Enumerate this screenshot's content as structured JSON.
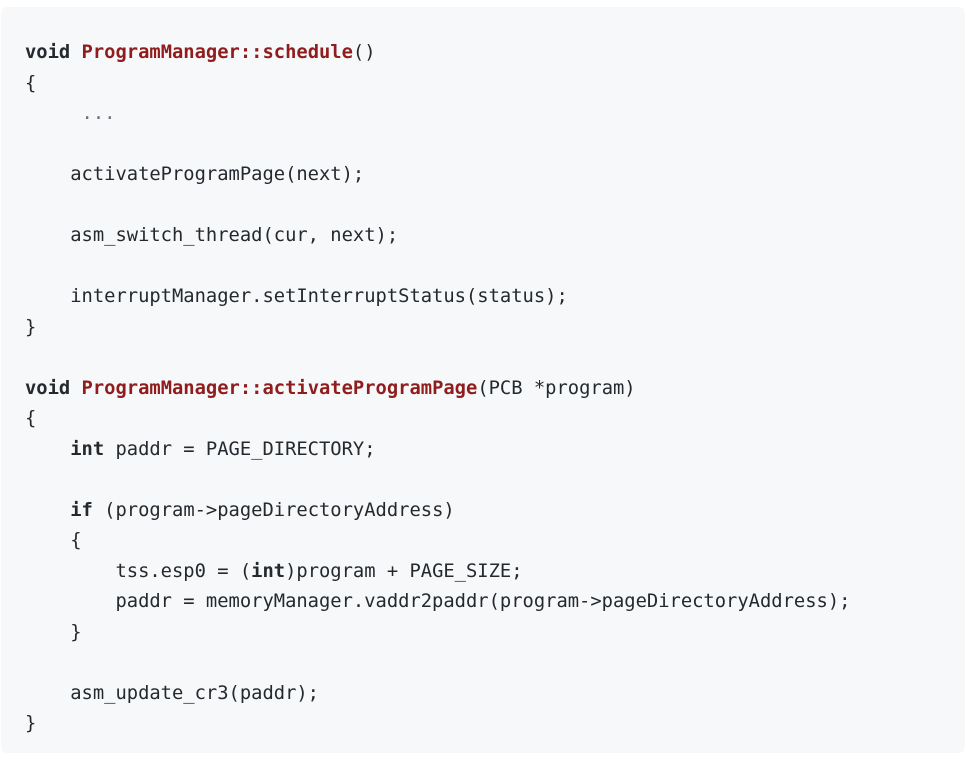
{
  "code": {
    "line1": {
      "kw": "void",
      "fn": "ProgramManager::schedule",
      "rest": "()"
    },
    "line2": "{",
    "line3": "     ...",
    "line4": "",
    "line5": "    activateProgramPage(next);",
    "line6": "",
    "line7": "    asm_switch_thread(cur, next);",
    "line8": "",
    "line9": "    interruptManager.setInterruptStatus(status);",
    "line10": "}",
    "line11": "",
    "line12": {
      "kw": "void",
      "fn": "ProgramManager::activateProgramPage",
      "rest": "(PCB *program)"
    },
    "line13": "{",
    "line14": {
      "indent": "    ",
      "kw": "int",
      "rest": " paddr = PAGE_DIRECTORY;"
    },
    "line15": "",
    "line16": {
      "indent": "    ",
      "kw": "if",
      "rest": " (program->pageDirectoryAddress)"
    },
    "line17": "    {",
    "line18": {
      "pre": "        tss.esp0 = (",
      "kw": "int",
      "rest": ")program + PAGE_SIZE;"
    },
    "line19": "        paddr = memoryManager.vaddr2paddr(program->pageDirectoryAddress);",
    "line20": "    }",
    "line21": "",
    "line22": "    asm_update_cr3(paddr);",
    "line23": "}"
  }
}
